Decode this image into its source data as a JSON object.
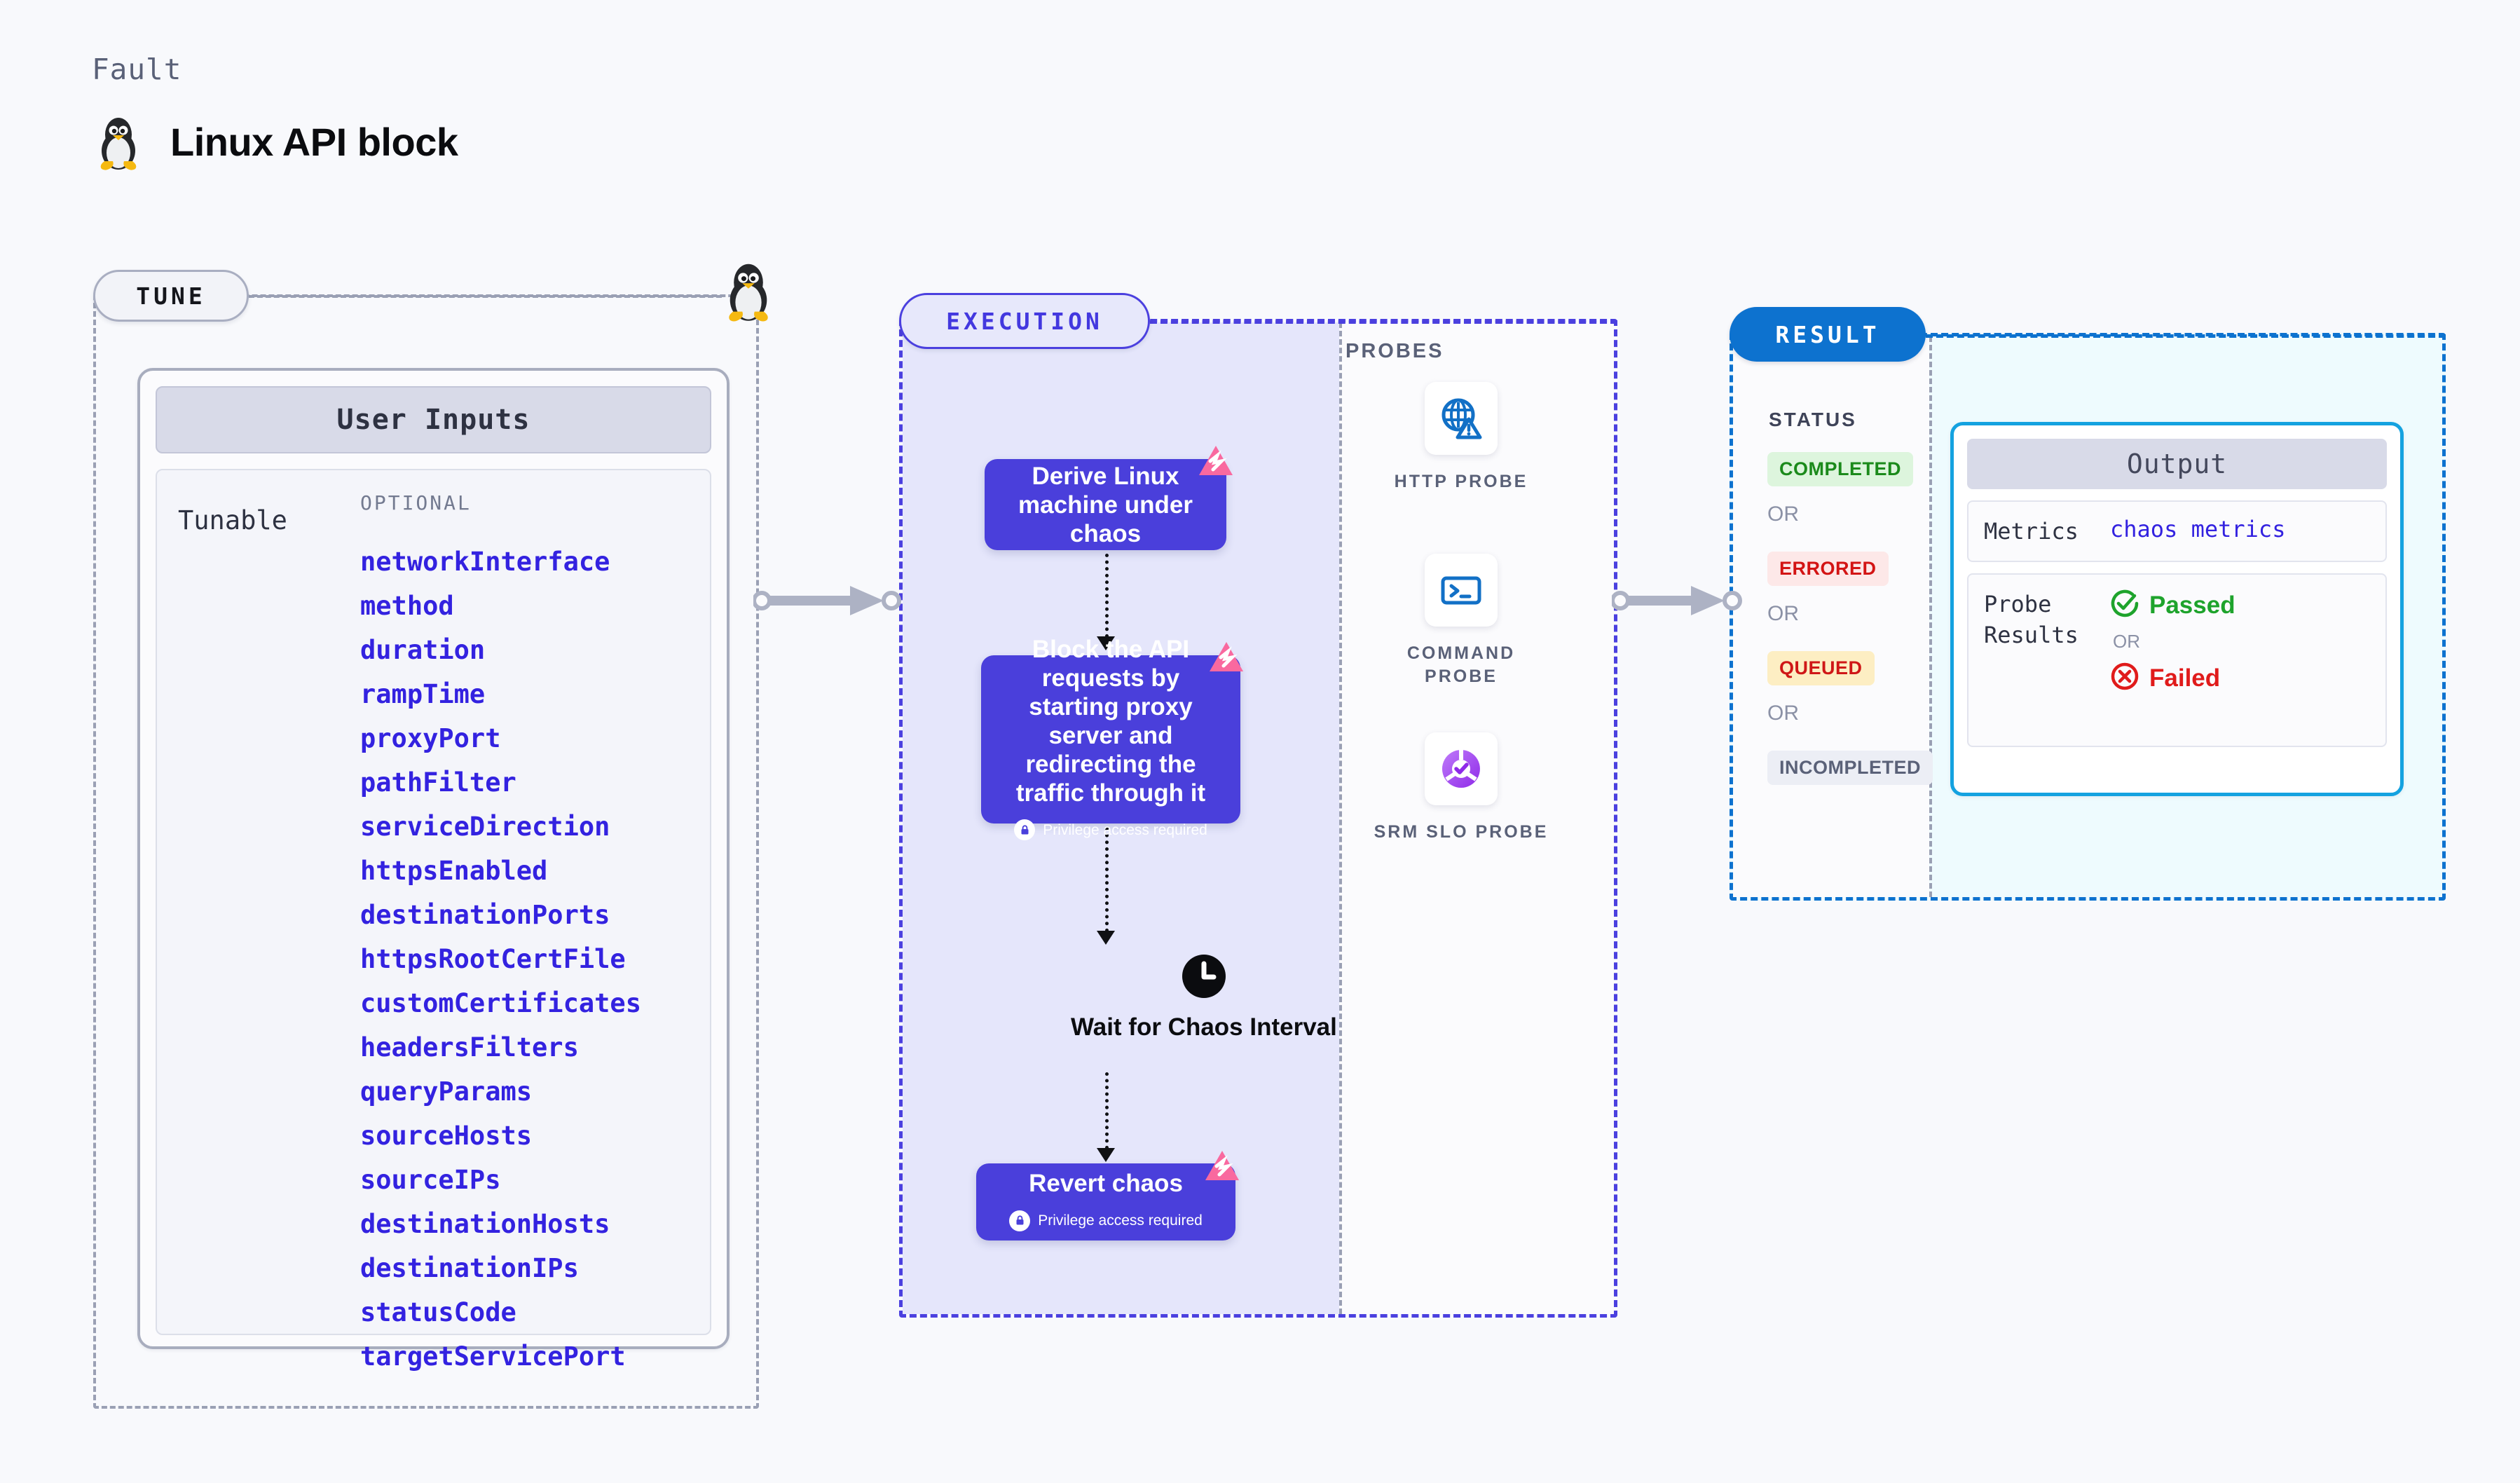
{
  "header": {
    "kicker": "Fault",
    "title": "Linux API block",
    "icon": "linux-penguin-icon"
  },
  "tune": {
    "pill_label": "TUNE",
    "card_header": "User Inputs",
    "tunable_label": "Tunable",
    "optional_label": "OPTIONAL",
    "params": [
      "networkInterface",
      "method",
      "duration",
      "rampTime",
      "proxyPort",
      "pathFilter",
      "serviceDirection",
      "httpsEnabled",
      "destinationPorts",
      "httpsRootCertFile",
      "customCertificates",
      "headersFilters",
      "queryParams",
      "sourceHosts",
      "sourceIPs",
      "destinationHosts",
      "destinationIPs",
      "statusCode",
      "targetServicePort"
    ]
  },
  "execution": {
    "pill_label": "EXECUTION",
    "steps": [
      {
        "title": "Derive Linux machine under chaos",
        "privilege": null
      },
      {
        "title": "Block the API requests by starting proxy server and redirecting the traffic through it",
        "privilege": "Privilege access required"
      },
      {
        "title": "Wait for Chaos Interval",
        "privilege": null
      },
      {
        "title": "Revert chaos",
        "privilege": "Privilege access required"
      }
    ]
  },
  "probes": {
    "section_label": "PROBES",
    "items": [
      {
        "name": "HTTP PROBE",
        "icon": "globe-warning-icon"
      },
      {
        "name": "COMMAND PROBE",
        "icon": "terminal-icon"
      },
      {
        "name": "SRM SLO PROBE",
        "icon": "slo-donut-check-icon"
      }
    ]
  },
  "result": {
    "pill_label": "RESULT",
    "status_label": "STATUS",
    "or_label": "OR",
    "statuses": [
      {
        "label": "COMPLETED",
        "bg": "#ddf5dd",
        "fg": "#1b8a1b"
      },
      {
        "label": "ERRORED",
        "bg": "#fde8e8",
        "fg": "#d31414"
      },
      {
        "label": "QUEUED",
        "bg": "#fdeec3",
        "fg": "#cf1717"
      },
      {
        "label": "INCOMPLETED",
        "bg": "#eceef5",
        "fg": "#5a6178"
      }
    ],
    "output": {
      "header": "Output",
      "metrics_key": "Metrics",
      "metrics_value": "chaos metrics",
      "probe_results_key": "Probe Results",
      "passed_label": "Passed",
      "failed_label": "Failed",
      "or_label": "OR"
    }
  },
  "colors": {
    "accent_purple": "#4a3fdb",
    "accent_blue": "#0d72cf",
    "accent_cyan": "#14a2e0",
    "chaos_pink": "#f9699f",
    "param_blue": "#3322e0",
    "muted": "#9aa0b4"
  }
}
